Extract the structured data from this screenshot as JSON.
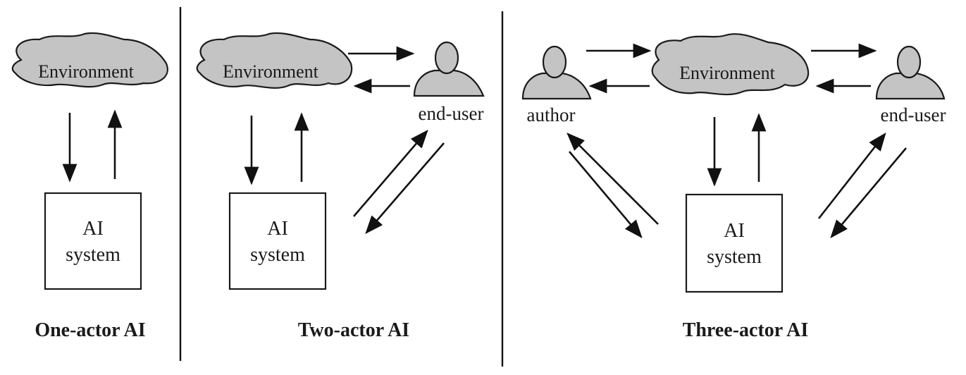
{
  "panels": [
    {
      "caption": "One-actor AI",
      "environment_label": "Environment",
      "system_label_line1": "AI",
      "system_label_line2": "system"
    },
    {
      "caption": "Two-actor AI",
      "environment_label": "Environment",
      "system_label_line1": "AI",
      "system_label_line2": "system",
      "end_user_label": "end-user"
    },
    {
      "caption": "Three-actor AI",
      "environment_label": "Environment",
      "system_label_line1": "AI",
      "system_label_line2": "system",
      "author_label": "author",
      "end_user_label": "end-user"
    }
  ],
  "colors": {
    "shape_fill": "#c4c4c4",
    "stroke": "#1a1a1a",
    "background": "#ffffff"
  }
}
